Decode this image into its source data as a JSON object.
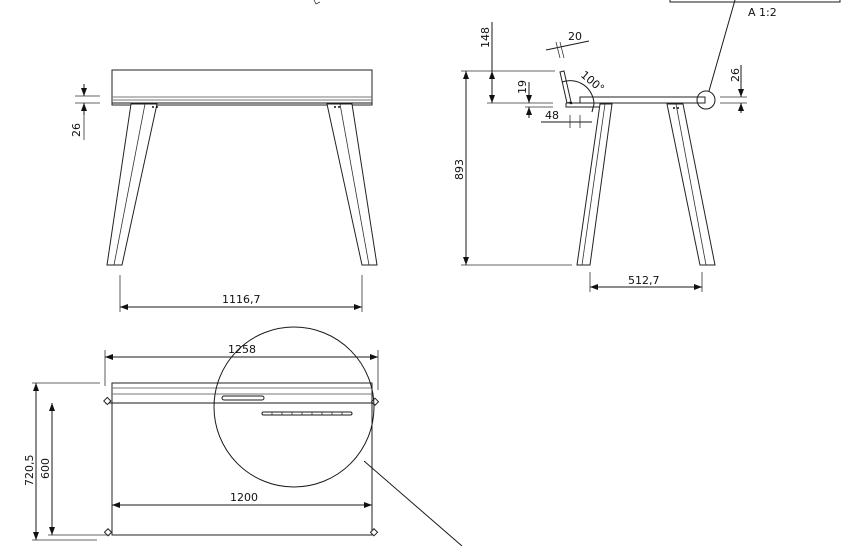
{
  "drawing": {
    "detail_label": "A 1:2",
    "front_view": {
      "dim_top_thickness": "26",
      "dim_leg_span": "1116,7"
    },
    "side_view": {
      "dim_height": "893",
      "dim_backrest_height": "148",
      "dim_backrest_offset": "19",
      "dim_backrest_thickness": "20",
      "dim_backrest_angle": "100°",
      "dim_backrest_depth": "48",
      "dim_top_thickness": "26",
      "dim_leg_span": "512,7"
    },
    "top_view": {
      "dim_overall_width": "1258",
      "dim_overall_depth": "720,5",
      "dim_depth": "600",
      "dim_width": "1200"
    }
  }
}
